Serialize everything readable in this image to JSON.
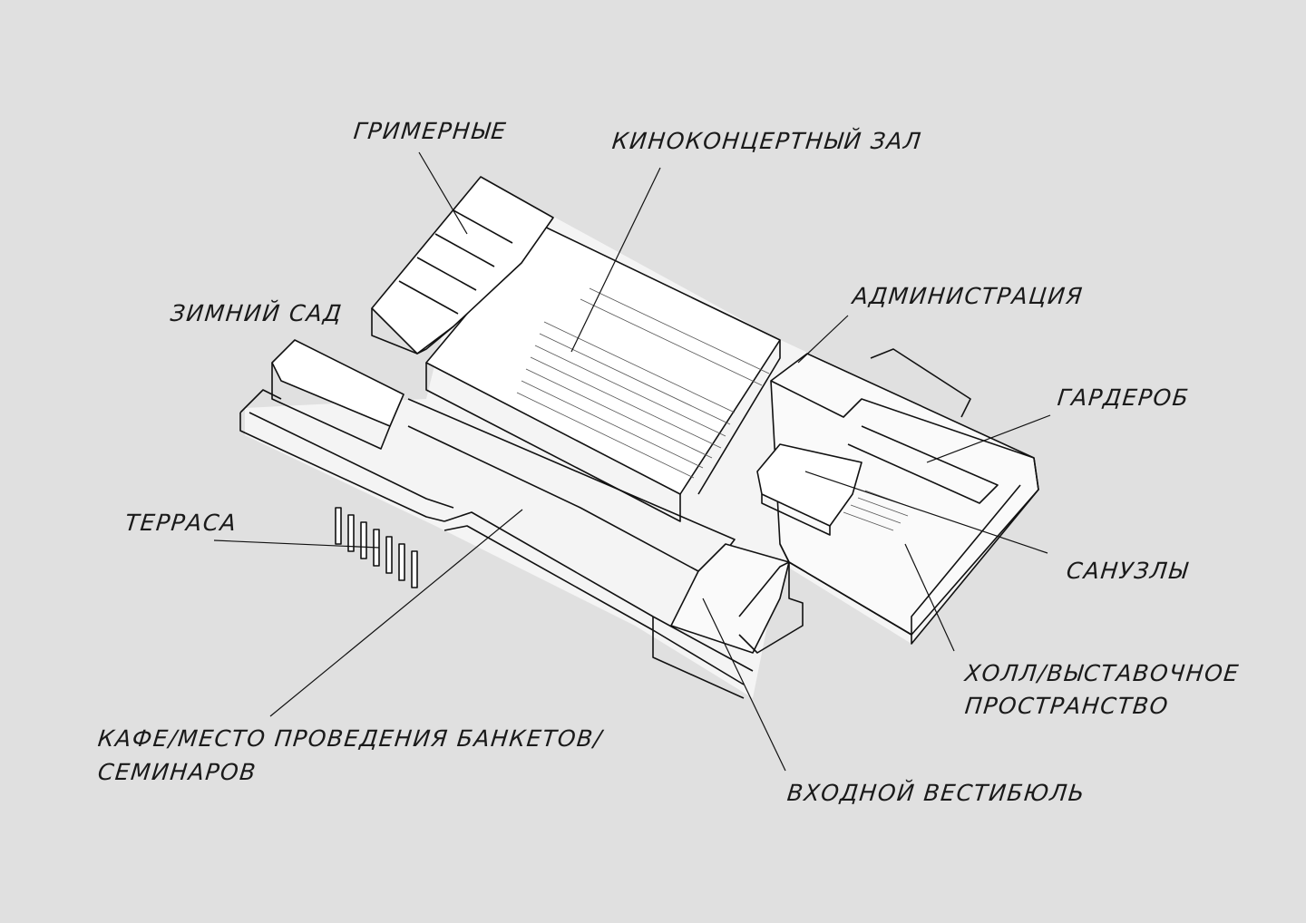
{
  "diagram": {
    "labels": {
      "grimernye": "ГРИМЕРНЫЕ",
      "kinozal": "КИНОКОНЦЕРТНЫЙ ЗАЛ",
      "administratsiya": "АДМИНИСТРАЦИЯ",
      "zimniy_sad": "ЗИМНИЙ САД",
      "garderob": "ГАРДЕРОБ",
      "terrasa": "ТЕРРАСА",
      "sanuzly": "САНУЗЛЫ",
      "holl_line1": "ХОЛЛ/ВЫСТАВОЧНОЕ",
      "holl_line2": "ПРОСТРАНСТВО",
      "kafe_line1": "КАФЕ/МЕСТО ПРОВЕДЕНИЯ БАНКЕТОВ/",
      "kafe_line2": "СЕМИНАРОВ",
      "vestibyul": "ВХОДНОЙ ВЕСТИБЮЛЬ"
    },
    "colors": {
      "background": "#e0e0e0",
      "ink": "#111111",
      "surface": "#ffffff"
    }
  }
}
